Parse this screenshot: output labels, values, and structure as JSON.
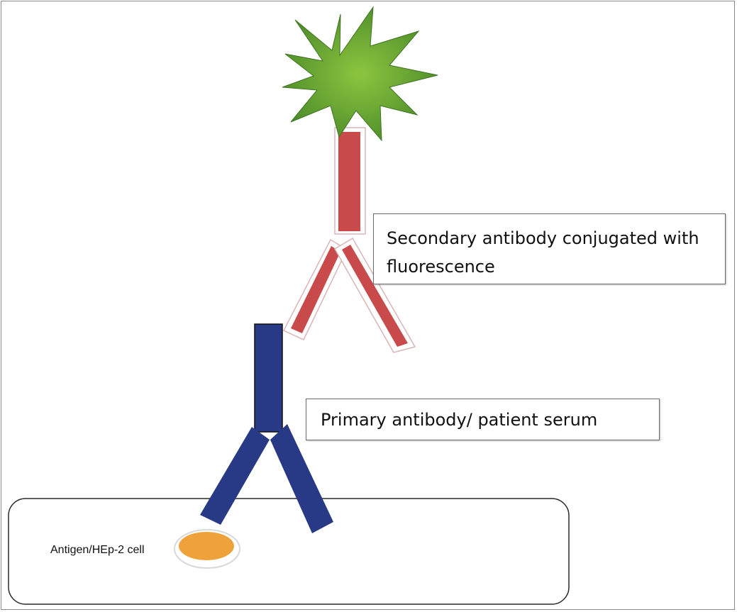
{
  "labels": {
    "secondary_antibody": "Secondary antibody conjugated with fluorescence",
    "primary_antibody": "Primary antibody/ patient serum",
    "cell": "Antigen/HEp-2 cell"
  },
  "icons": {
    "fluorophore": "green-starburst-icon",
    "secondary_antibody": "red-y-antibody-icon",
    "primary_antibody": "blue-y-antibody-icon",
    "antigen": "orange-ellipse-icon",
    "cell": "rounded-rectangle-cell"
  },
  "colors": {
    "fluorophore": "#62a03a",
    "secondary_antibody": "#c94a4a",
    "primary_antibody": "#283a86",
    "antigen": "#f0a23a"
  }
}
